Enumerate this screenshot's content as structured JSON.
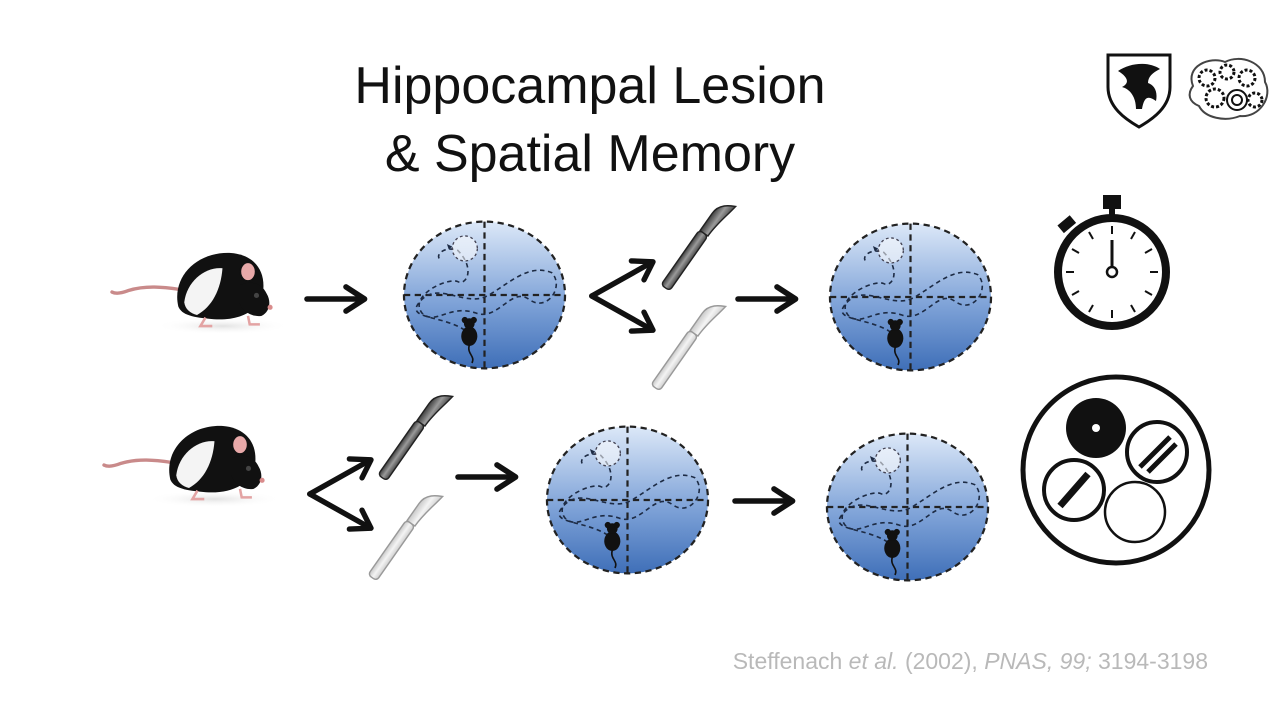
{
  "slide": {
    "title_line1": "Hippocampal Lesion",
    "title_line2": "& Spatial Memory",
    "citation": {
      "author": "Steffenach",
      "etal": "et al.",
      "year": "(2002),",
      "journal": "PNAS,",
      "volume": "99;",
      "pages": "3194-3198"
    }
  },
  "icons": {
    "logos": [
      "shield-eagle-logo",
      "gears-brain-logo"
    ],
    "rows": [
      [
        "rat-icon",
        "arrow",
        "water-maze",
        "scalpels",
        "arrow",
        "water-maze",
        "stopwatch"
      ],
      [
        "rat-icon",
        "scalpels",
        "arrow",
        "water-maze",
        "arrow",
        "water-maze",
        "objects-arena"
      ]
    ]
  },
  "colors": {
    "maze_top": "#dce8f8",
    "maze_bottom": "#3f6fb8",
    "citation_text": "#b9b9b9",
    "title_text": "#111111"
  }
}
